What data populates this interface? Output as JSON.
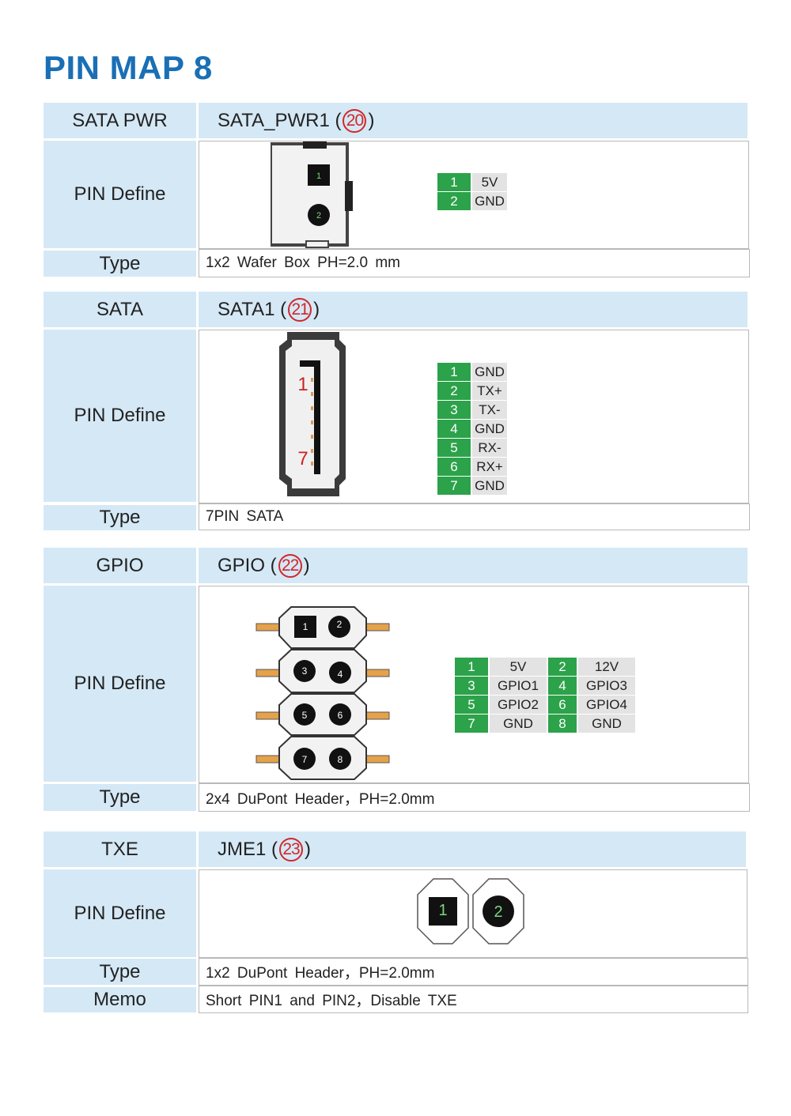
{
  "page_title": "PIN MAP 8",
  "sections": [
    {
      "label": "SATA PWR",
      "header_name": "SATA_PWR1 (",
      "header_num": "20",
      "header_close": ")",
      "pin_define_label": "PIN Define",
      "type_label": "Type",
      "type_value": "1x2 Wafer Box PH=2.0 mm",
      "diagram_pins": [
        "1",
        "2"
      ],
      "pins": [
        {
          "num": "1",
          "signal": "5V"
        },
        {
          "num": "2",
          "signal": "GND"
        }
      ]
    },
    {
      "label": "SATA",
      "header_name": "SATA1 (",
      "header_num": "21",
      "header_close": ")",
      "pin_define_label": "PIN Define",
      "type_label": "Type",
      "type_value": "7PIN SATA",
      "diagram_pins": [
        "1",
        "7"
      ],
      "pins": [
        {
          "num": "1",
          "signal": "GND"
        },
        {
          "num": "2",
          "signal": "TX+"
        },
        {
          "num": "3",
          "signal": "TX-"
        },
        {
          "num": "4",
          "signal": "GND"
        },
        {
          "num": "5",
          "signal": "RX-"
        },
        {
          "num": "6",
          "signal": "RX+"
        },
        {
          "num": "7",
          "signal": "GND"
        }
      ]
    },
    {
      "label": "GPIO",
      "header_name": "GPIO (",
      "header_num": "22",
      "header_close": ")",
      "pin_define_label": "PIN Define",
      "type_label": "Type",
      "type_value": "2x4 DuPont Header，PH=2.0mm",
      "diagram_pins": [
        "1",
        "2",
        "3",
        "4",
        "5",
        "6",
        "7",
        "8"
      ],
      "pins": [
        {
          "num": "1",
          "signal": "5V",
          "num2": "2",
          "signal2": "12V"
        },
        {
          "num": "3",
          "signal": "GPIO1",
          "num2": "4",
          "signal2": "GPIO3"
        },
        {
          "num": "5",
          "signal": "GPIO2",
          "num2": "6",
          "signal2": "GPIO4"
        },
        {
          "num": "7",
          "signal": "GND",
          "num2": "8",
          "signal2": "GND"
        }
      ]
    },
    {
      "label": "TXE",
      "header_name": "JME1 (",
      "header_num": "23",
      "header_close": ")",
      "pin_define_label": "PIN Define",
      "type_label": "Type",
      "type_value": "1x2 DuPont Header，PH=2.0mm",
      "memo_label": "Memo",
      "memo_value": "Short PIN1 and PIN2，Disable TXE",
      "diagram_pins": [
        "1",
        "2"
      ]
    }
  ],
  "colors": {
    "title": "#1a6fb5",
    "label_bg": "#d5e8f5",
    "pin_number_bg": "#2ca24a",
    "signal_bg": "#e3e3e3",
    "callout": "#d0282b"
  }
}
